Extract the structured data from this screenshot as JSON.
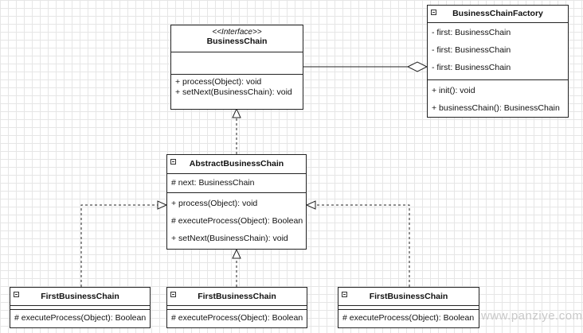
{
  "interface_class": {
    "stereotype": "<<Interface>>",
    "name": "BusinessChain",
    "methods": [
      "+ process(Object): void",
      "+ setNext(BusinessChain): void"
    ]
  },
  "factory_class": {
    "name": "BusinessChainFactory",
    "fields": [
      "- first: BusinessChain",
      "- first: BusinessChain",
      "- first: BusinessChain"
    ],
    "methods": [
      "+ init(): void",
      "+ businessChain(): BusinessChain"
    ]
  },
  "abstract_class": {
    "name": "AbstractBusinessChain",
    "fields": [
      "# next: BusinessChain"
    ],
    "methods": [
      "+ process(Object): void",
      "# executeProcess(Object): Boolean",
      "+ setNext(BusinessChain): void"
    ]
  },
  "concrete_classes": [
    {
      "name": "FirstBusinessChain",
      "methods": [
        "# executeProcess(Object): Boolean"
      ]
    },
    {
      "name": "FirstBusinessChain",
      "methods": [
        "# executeProcess(Object): Boolean"
      ]
    },
    {
      "name": "FirstBusinessChain",
      "methods": [
        "# executeProcess(Object): Boolean"
      ]
    }
  ],
  "watermark": "www.panziye.com",
  "colors": {
    "line": "#222222",
    "grid": "#e6e6e6",
    "background": "#ffffff"
  }
}
